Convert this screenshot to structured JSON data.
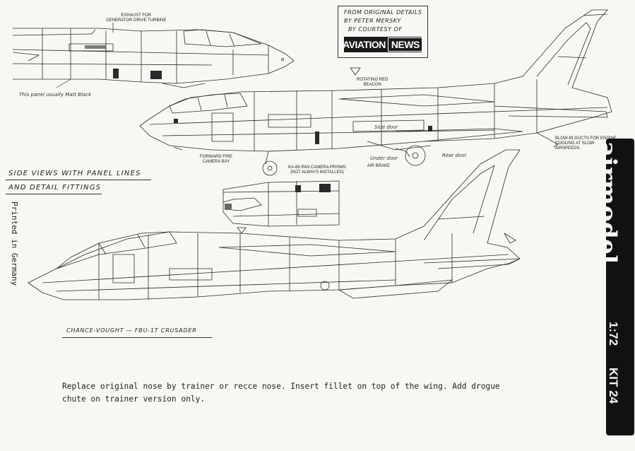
{
  "callouts": {
    "exhaust": [
      "EXHAUST FOR",
      "GENERATOR DRIVE TURBINE"
    ],
    "panel_note": "This panel usually Matt Black",
    "beacon": [
      "ROTATING RED",
      "BEACON"
    ],
    "side_door": "Side door",
    "blow_in": [
      "BLOW-IN DUCTS FOR ENGINE",
      "COOLING AT SLOW",
      "AIRSPEEDS."
    ],
    "forward_fire": [
      "FORWARD FIRE",
      "CAMERA BAY"
    ],
    "ka66": [
      "KA-66 PAN CAMERA PRISMS",
      "(NOT ALWAYS INSTALLED)"
    ],
    "under_door": "Under door",
    "air_brake": "AIR BRAKE",
    "rear_door": "Rear door"
  },
  "credit": {
    "line1": "FROM ORIGINAL DETAILS",
    "line2": "BY PETER MERSKY",
    "line3": "BY COURTESY OF",
    "logo_a": "AVIATION",
    "logo_b": "NEWS"
  },
  "headings": {
    "side_views_1": "SIDE VIEWS WITH PANEL LINES",
    "side_views_2": "AND DETAIL FITTINGS",
    "aircraft_name": "CHANCE-VOUGHT — FBU-1T CRUSADER"
  },
  "printed": "Printed in Germany",
  "brand": {
    "name": "airmodel",
    "scale": "1:72",
    "kit": "KIT 24"
  },
  "instructions": "Replace original nose by trainer or recce nose. Insert fillet on top of the wing. Add drogue chute on trainer version only."
}
